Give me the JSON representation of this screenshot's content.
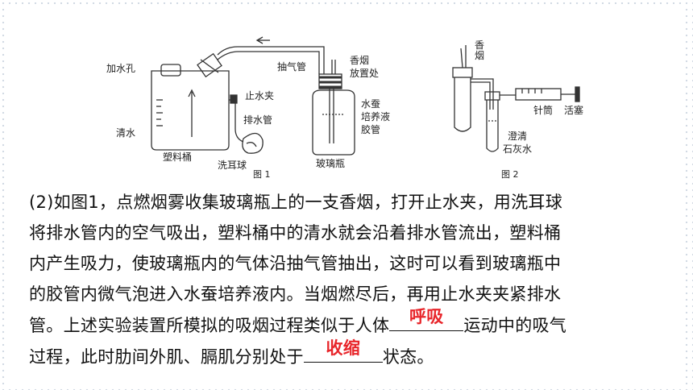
{
  "figure1": {
    "caption": "图 1",
    "labels": {
      "add_water_hole": "加水孔",
      "water_clamp": "止水夹",
      "clear_water": "清水",
      "drain_pipe": "排水管",
      "plastic_bucket": "塑料桶",
      "ear_bulb": "洗耳球",
      "suction_pipe": "抽气管",
      "cigarette_place_l1": "香烟",
      "cigarette_place_l2": "放置处",
      "silkworm_l1": "水蚕",
      "silkworm_l2": "培养液",
      "rubber_tube": "胶管",
      "glass_bottle": "玻璃瓶"
    }
  },
  "figure2": {
    "caption": "图 2",
    "labels": {
      "cigarette": "香烟",
      "syringe": "针筒",
      "piston": "活塞",
      "limewater_l1": "澄清",
      "limewater_l2": "石灰水"
    }
  },
  "question": {
    "line1": "(2)如图1，点燃烟雾收集玻璃瓶上的一支香烟，打开止水夹，用洗耳球",
    "line2": "将排水管内的空气吸出，塑料桶中的清水就会沿着排水管流出，塑料桶",
    "line3": "内产生吸力，使玻璃瓶内的气体沿抽气管抽出，这时可以看到玻璃瓶中",
    "line4": "的胶管内微气泡进入水蚕培养液内。当烟燃尽后，再用止水夹夹紧排水",
    "line5_a": "管。上述实验装置所模拟的吸烟过程类似于人体",
    "answer1": "呼吸",
    "line5_b": "运动中的吸气",
    "line6_a": "过程，此时肋间外肌、膈肌分别处于",
    "answer2": "收缩",
    "line6_b": "状态。"
  },
  "colors": {
    "answer": "#e8262b"
  }
}
